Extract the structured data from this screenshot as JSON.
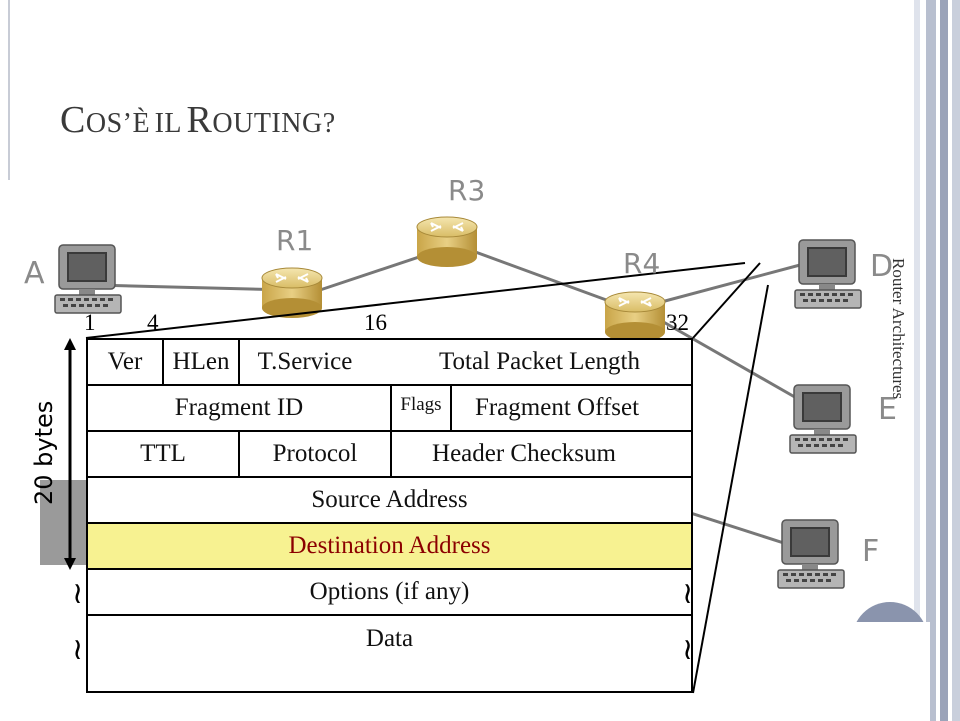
{
  "slide": {
    "title_words": [
      {
        "cap": "C",
        "rest": "OS’È"
      },
      {
        "cap": "",
        "rest": "IL"
      },
      {
        "cap": "R",
        "rest": "OUTING?"
      }
    ],
    "side_caption": "Router Architectures"
  },
  "network": {
    "hosts": [
      "A",
      "D",
      "E",
      "F"
    ],
    "routers": [
      "R1",
      "R3",
      "R4"
    ]
  },
  "ip_header": {
    "bit_positions": [
      "1",
      "4",
      "16",
      "32"
    ],
    "size_label": "20 bytes",
    "rows": [
      [
        "Ver",
        "HLen",
        "T.Service",
        "Total Packet Length"
      ],
      [
        "Fragment ID",
        "Flags",
        "Fragment Offset"
      ],
      [
        "TTL",
        "Protocol",
        "Header Checksum"
      ],
      [
        "Source Address"
      ],
      [
        "Destination Address"
      ],
      [
        "Options (if any)"
      ],
      [
        "Data"
      ]
    ]
  },
  "colors": {
    "highlight_fill": "#f7f291",
    "highlight_text": "#8b0000",
    "accent_bar": "#8a94ad"
  }
}
